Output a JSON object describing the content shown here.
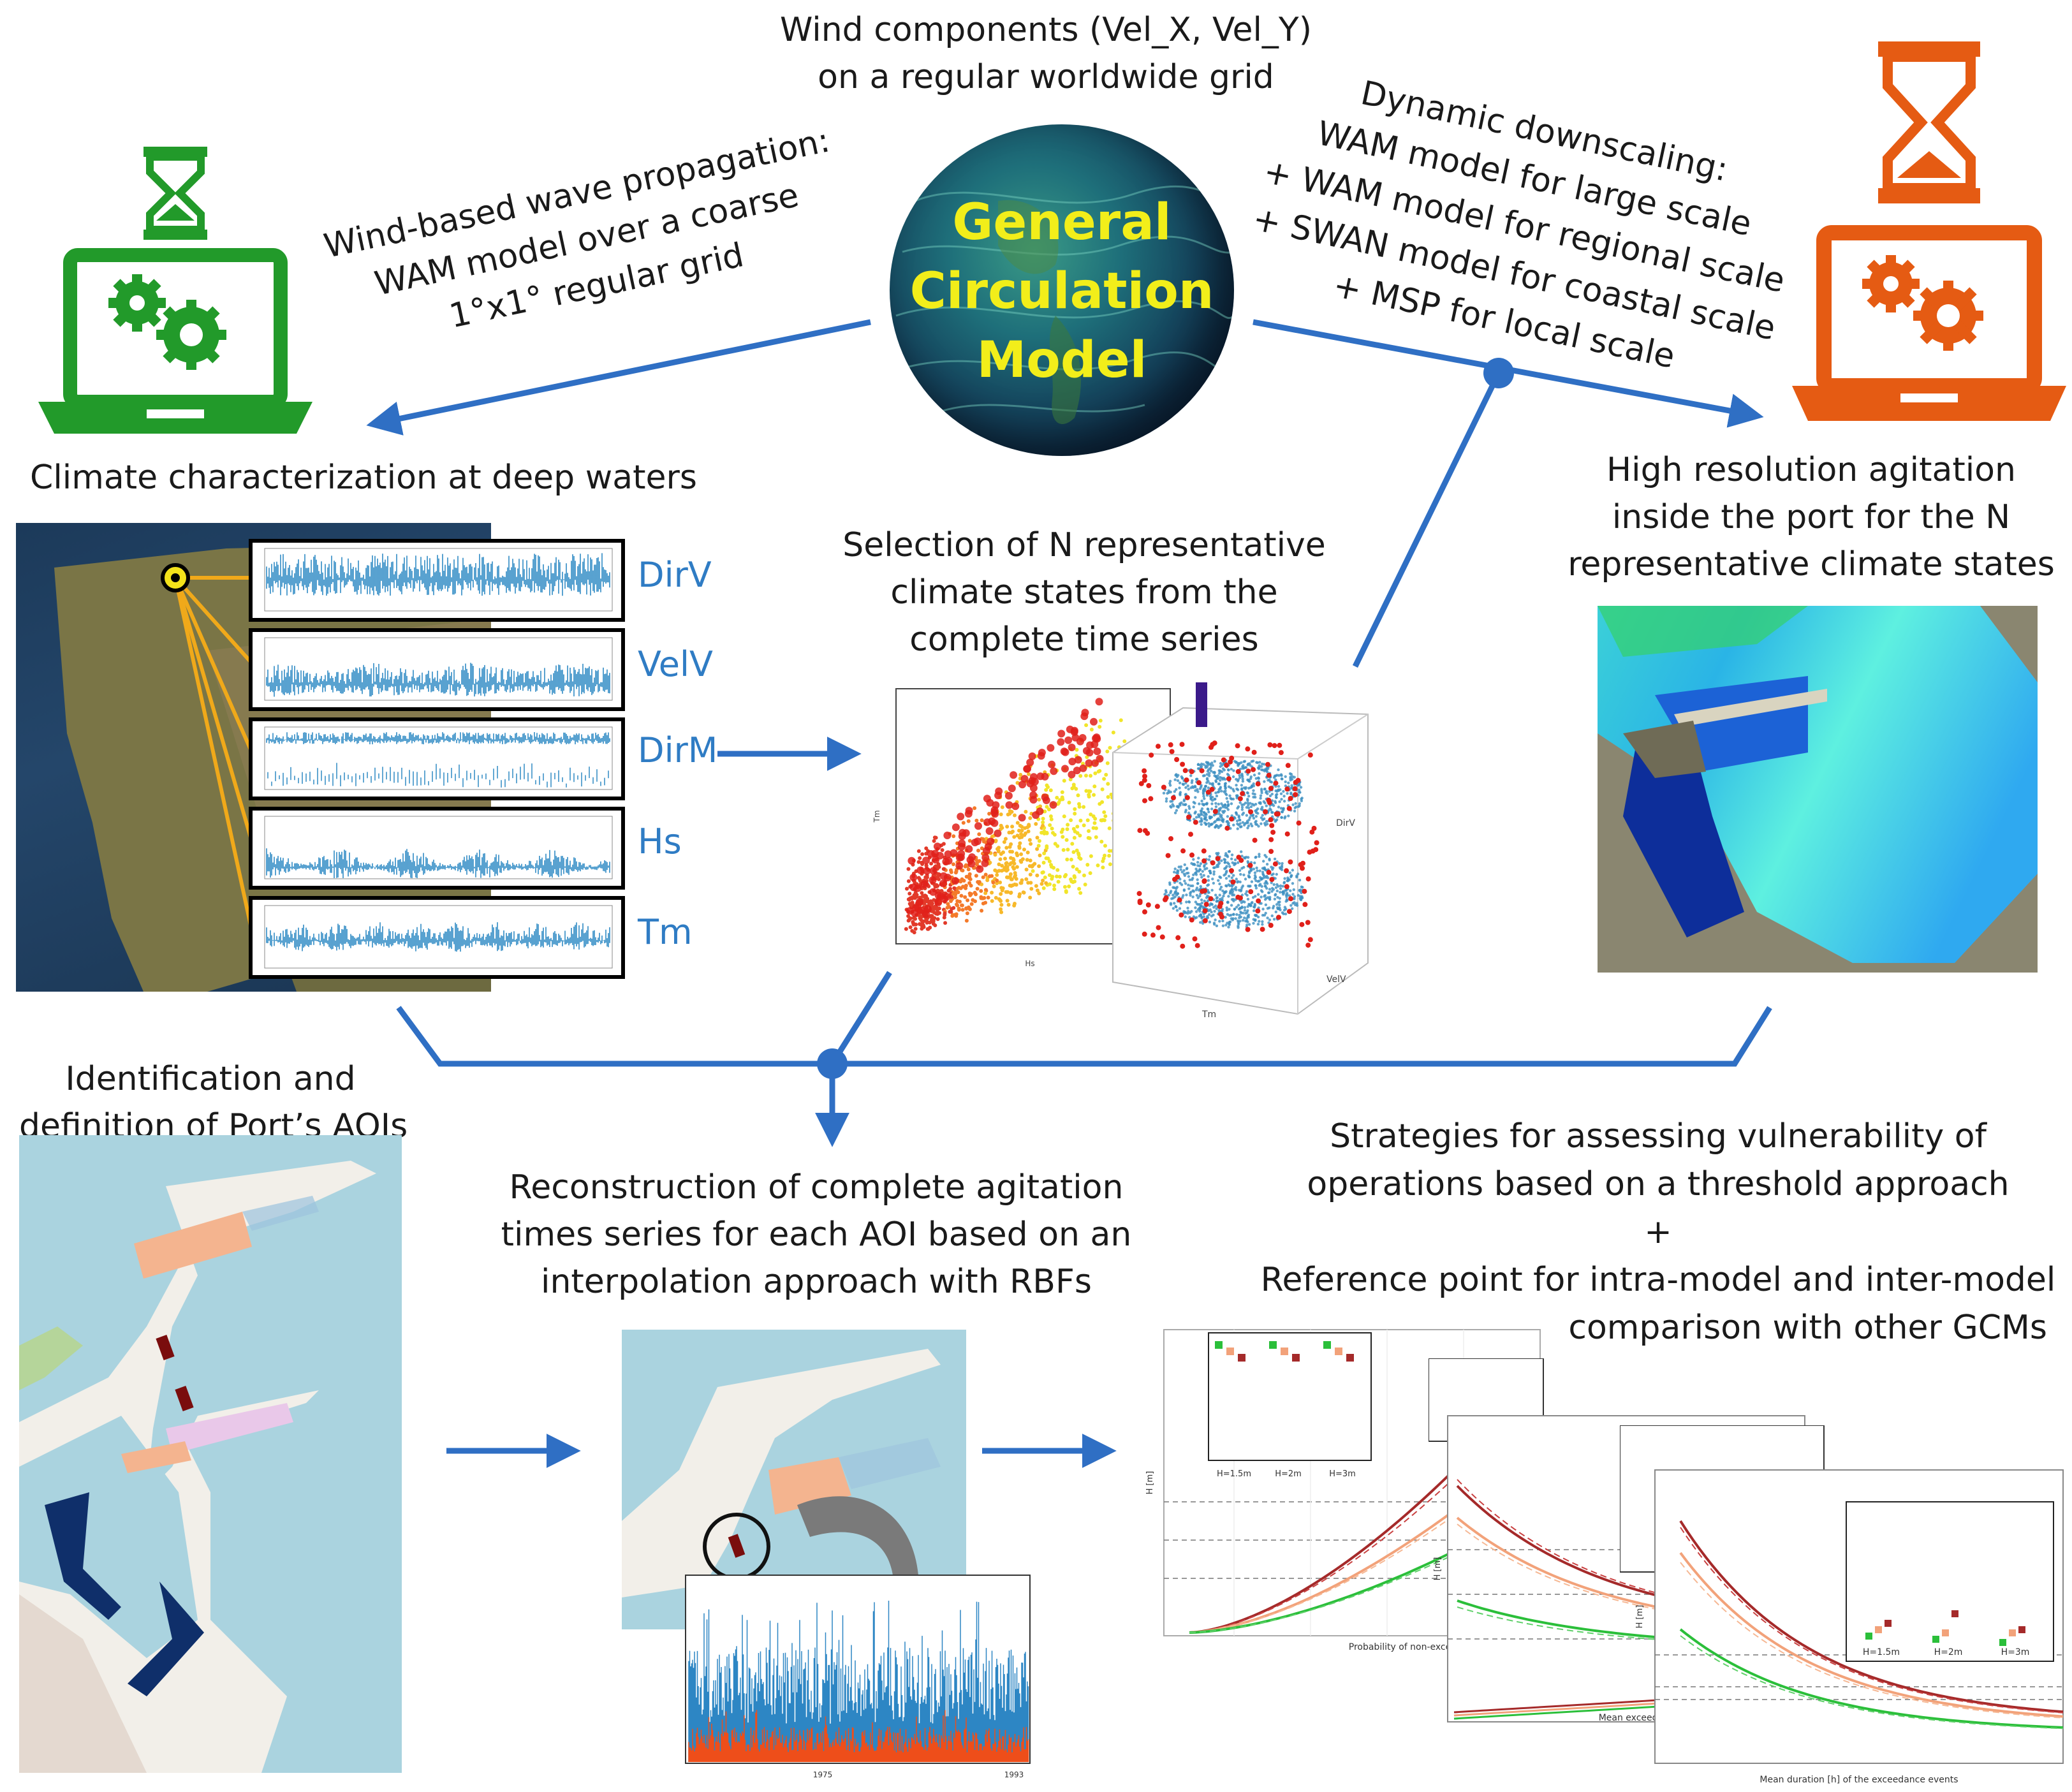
{
  "top_caption": [
    "Wind components (Vel_X, Vel_Y)",
    "on a regular worldwide grid"
  ],
  "gcm": {
    "line1": "General",
    "line2": "Circulation",
    "line3": "Model"
  },
  "left_arrow_caption": [
    "Wind-based wave propagation:",
    "WAM model over a coarse",
    "1°x1° regular grid"
  ],
  "right_arrow_caption": [
    "Dynamic downscaling:",
    "WAM model for large scale",
    "+ WAM model for regional scale",
    "+ SWAN model for coastal scale",
    "+ MSP for local scale"
  ],
  "deep_water_title": "Climate characterization at deep waters",
  "variables": [
    "DirV",
    "VelV",
    "DirM",
    "Hs",
    "Tm"
  ],
  "selection_title": [
    "Selection of N representative",
    "climate states from the",
    "complete time series"
  ],
  "high_res_title": [
    "High resolution agitation",
    "inside the port for the N",
    "representative climate states"
  ],
  "aoi_title": [
    "Identification and",
    "definition of Port’s AOIs"
  ],
  "reconstruction_title": [
    "Reconstruction of complete agitation",
    "times series for each AOI based on an",
    "interpolation approach with RBFs"
  ],
  "strategies_title": [
    "Strategies for assessing vulnerability of",
    "operations based on a threshold approach",
    "+",
    "Reference point for intra-model and inter-model",
    "comparison with other GCMs"
  ],
  "scatter2d": {
    "xlabel": "Hs",
    "ylabel": "Tm"
  },
  "scatter3d": {
    "zlabel": "DirV",
    "xlabel": "Tm",
    "ylabel": "VelV"
  },
  "timeseries": {
    "ticks": [
      "1975",
      "1993"
    ]
  },
  "chart1": {
    "xlabel": "Probability of non-exce",
    "ylabel": "H [m]",
    "inset_labels": [
      "H=1.5m",
      "H=2m",
      "H=3m"
    ]
  },
  "chart2": {
    "xlabel": "Mean exceedance",
    "ylabel": "H [m]"
  },
  "chart3": {
    "xlabel": "Mean duration [h] of the exceedance events",
    "ylabel": "H [m]",
    "inset_labels": [
      "H=1.5m",
      "H=2m",
      "H=3m"
    ]
  },
  "colors": {
    "arrow": "#2f6fc4",
    "green": "#229a2a",
    "orange": "#e55b13",
    "gcm_text": "#f2ee1a",
    "var_text": "#2f7cc4"
  }
}
